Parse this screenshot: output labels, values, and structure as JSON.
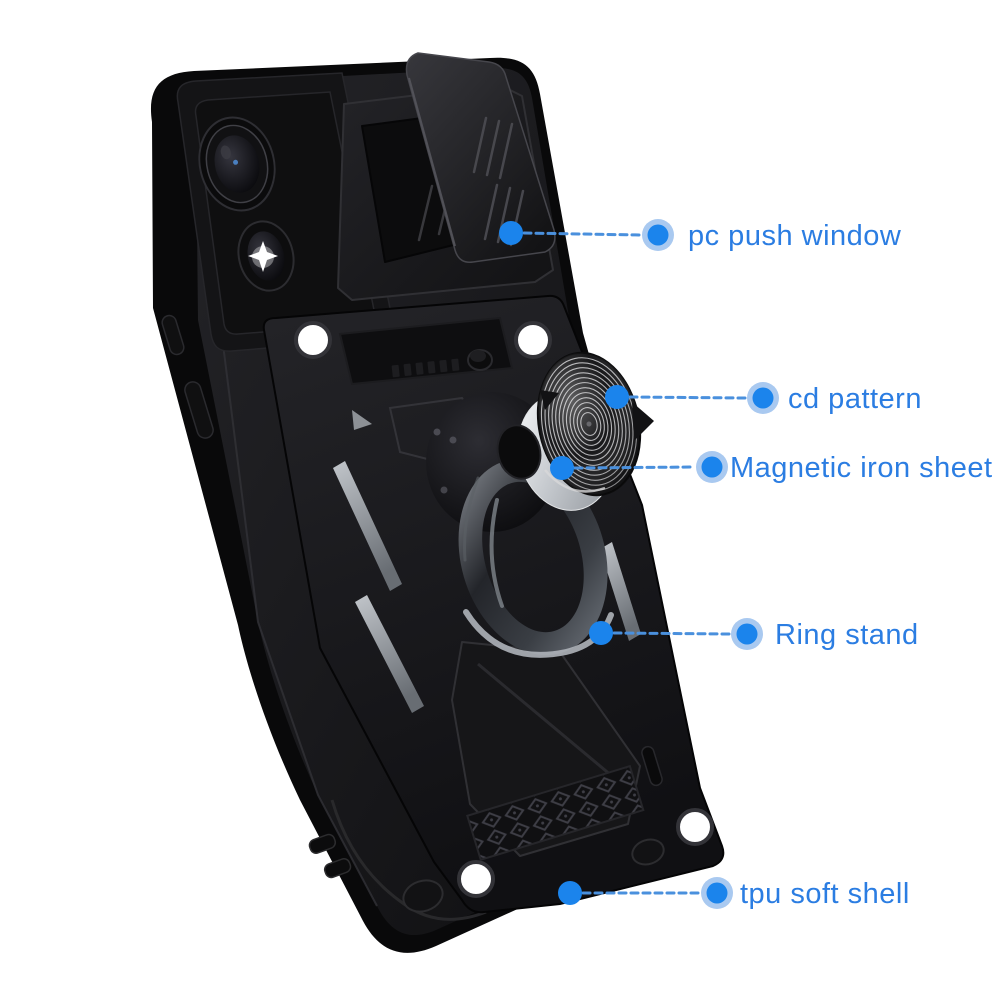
{
  "image": {
    "background_color": "#ffffff",
    "alt_text": "Black armored phone case rear view with sliding camera cover, CD-pattern ring kickstand and labeled feature callouts"
  },
  "case_colors": {
    "shell": "#0a0a0b",
    "plate": "#1a1a1d",
    "silver_accent": "#b9bdc2",
    "disc_metal": "#c6c6c9"
  },
  "callouts": {
    "accent_color": "#1b84ec",
    "halo_color": "#a9c9f0",
    "label_color": "#2b7de2",
    "line_color": "#4a90dd",
    "items": [
      {
        "id": "pc-push-window",
        "label": "pc push window"
      },
      {
        "id": "cd-pattern",
        "label": "cd pattern"
      },
      {
        "id": "magnetic-iron-sheet",
        "label": "Magnetic iron sheet"
      },
      {
        "id": "ring-stand",
        "label": "Ring stand"
      },
      {
        "id": "tpu-soft-shell",
        "label": "tpu soft shell"
      }
    ]
  }
}
